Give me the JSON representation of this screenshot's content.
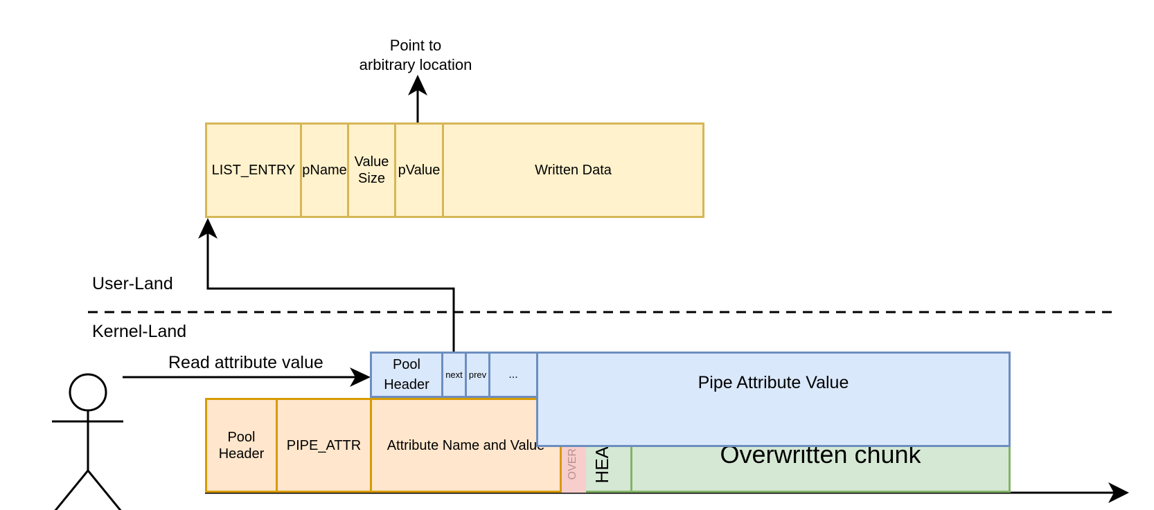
{
  "annotations": {
    "point_to": "Point to\narbitrary location",
    "user_land": "User-Land",
    "kernel_land": "Kernel-Land",
    "read_attr": "Read attribute value"
  },
  "userland_struct": {
    "list_entry": "LIST_ENTRY",
    "pname": "pName",
    "value_size": "Value\nSize",
    "pvalue": "pValue",
    "written_data": "Written Data"
  },
  "pipe_attribute_chunk": {
    "pool_header": "Pool\nHeader",
    "next": "next",
    "prev": "prev",
    "ellipsis": "...",
    "value": "Pipe Attribute Value"
  },
  "vulnerable_chunk": {
    "pool_header": "Pool\nHeader",
    "pipe_attr": "PIPE_ATTR",
    "name_value": "Attribute Name and Value",
    "overflow": "OVER",
    "header": "HEA",
    "overwritten_chunk": "Overwritten chunk"
  },
  "colors": {
    "yellow_fill": "#fff2cc",
    "yellow_stroke": "#d6b656",
    "orange_fill": "#ffe6cc",
    "orange_stroke": "#d79b00",
    "blue_fill": "#dae8fc",
    "blue_stroke": "#6c8ebf",
    "green_fill": "#d5e8d4",
    "green_stroke": "#82b366",
    "red_fill": "#f8cecc"
  }
}
